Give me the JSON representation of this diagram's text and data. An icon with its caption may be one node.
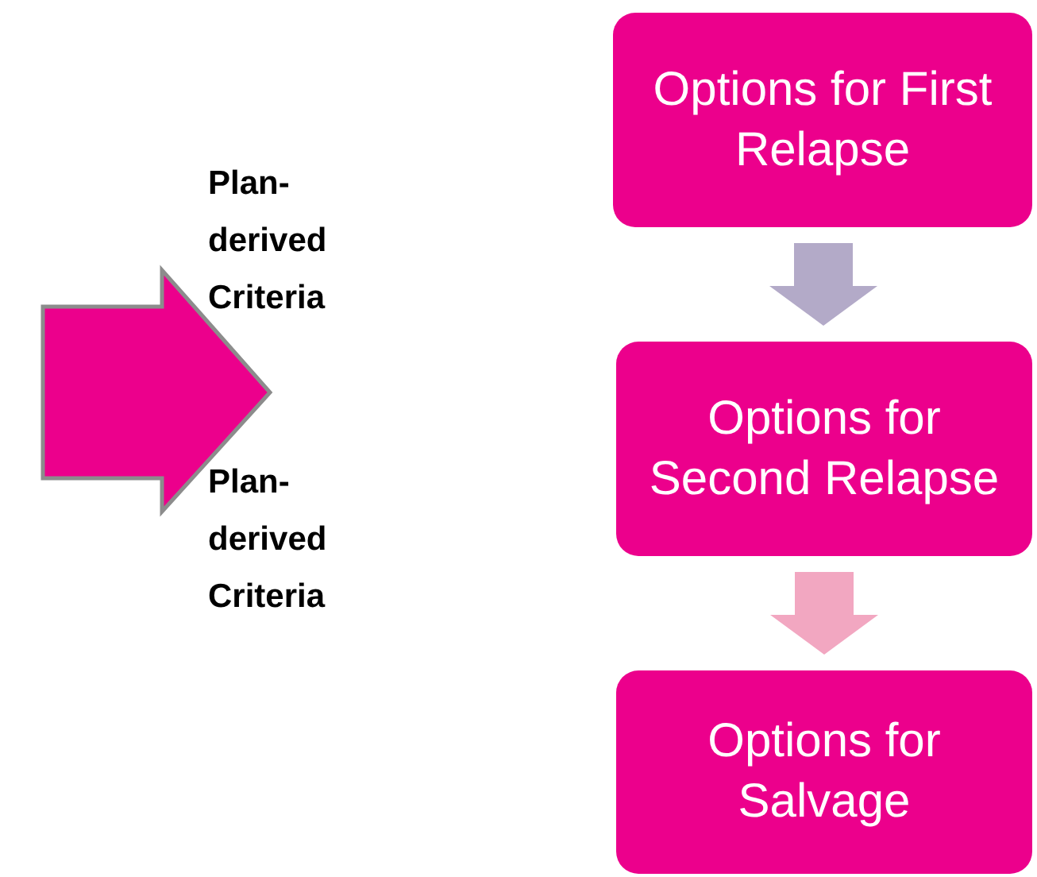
{
  "diagram": {
    "nodes": [
      {
        "text": [
          "Options for First Relapse"
        ]
      },
      {
        "text": [
          "Options for Second Relapse"
        ]
      },
      {
        "text": [
          "Options for Salvage"
        ]
      }
    ],
    "edges": [
      {
        "from": 0,
        "to": 1,
        "arrow": "to",
        "color": "#b3aac8"
      },
      {
        "from": 1,
        "to": 2,
        "arrow": "to",
        "color": "#f2a7c1"
      }
    ],
    "labels": [
      "Plan-derived Criteria",
      "Plan-derived Criteria"
    ]
  }
}
